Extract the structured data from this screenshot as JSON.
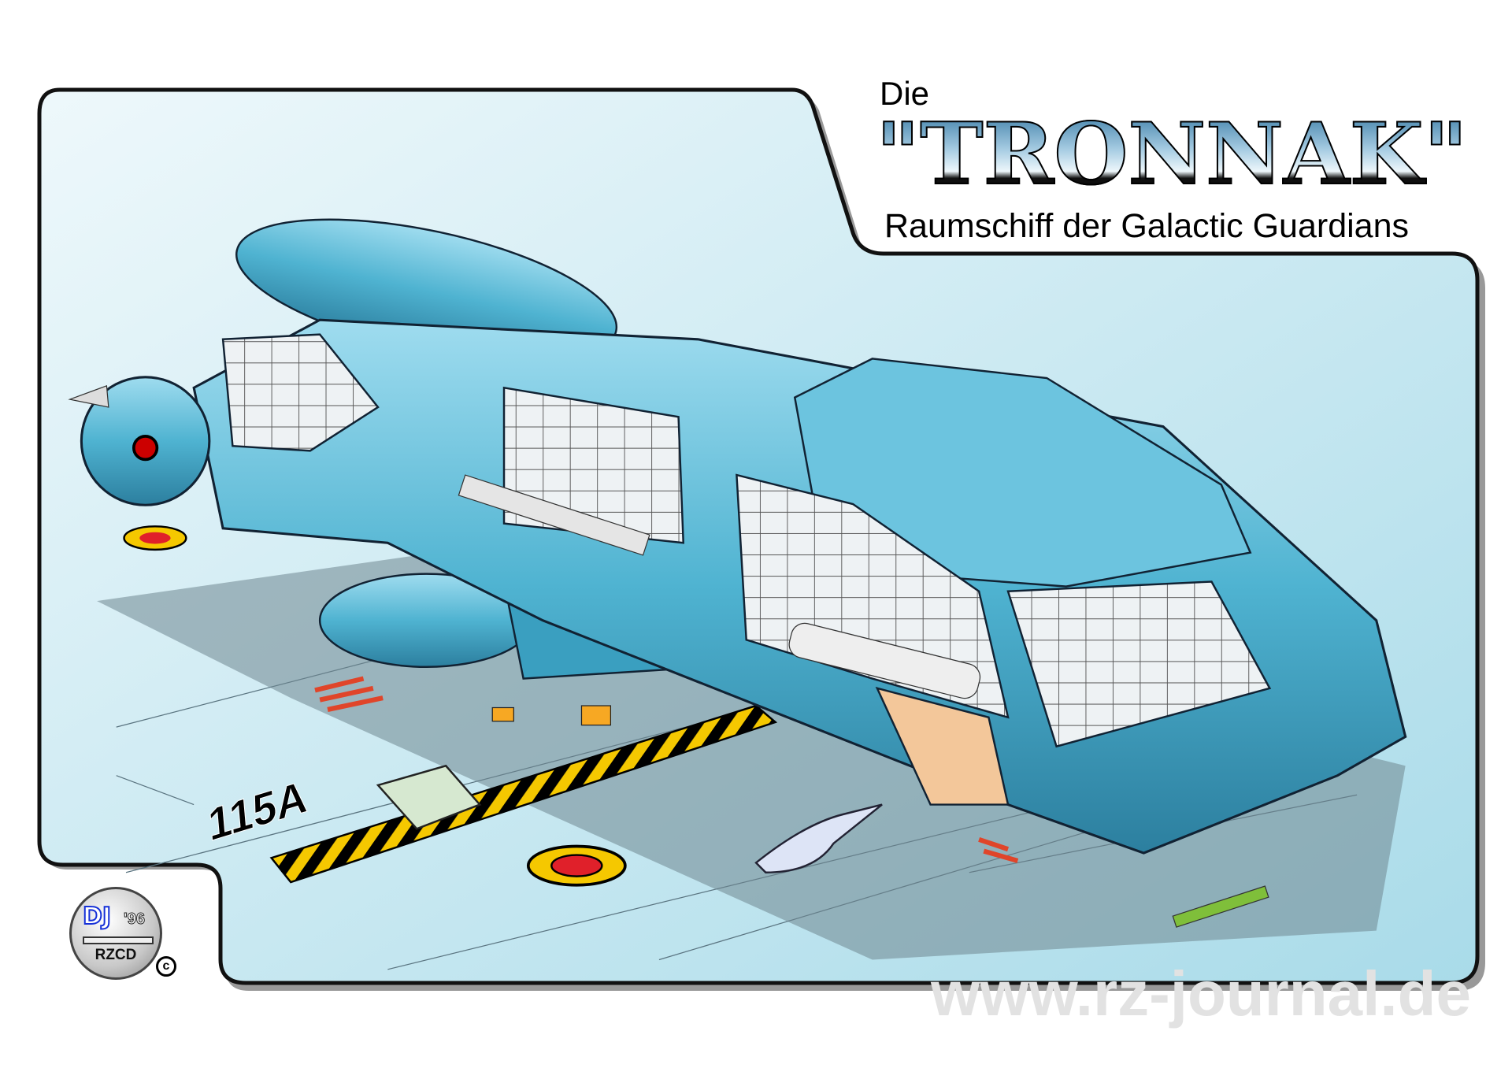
{
  "title": {
    "prefix": "Die",
    "name": "\"TRONNAK\"",
    "subtitle": "Raumschiff der Galactic Guardians"
  },
  "scene": {
    "pad_label": "115A"
  },
  "logo": {
    "initials": "DJ",
    "year": "'96",
    "studio": "RZCD",
    "copyright": "c"
  },
  "watermark": "www.rz-journal.de",
  "colors": {
    "panel": "#c6e6f0",
    "hull": "#4fb3d1",
    "hull_dark": "#2c7f9f",
    "frame": "#111111",
    "hazard_yellow": "#f5c800"
  }
}
